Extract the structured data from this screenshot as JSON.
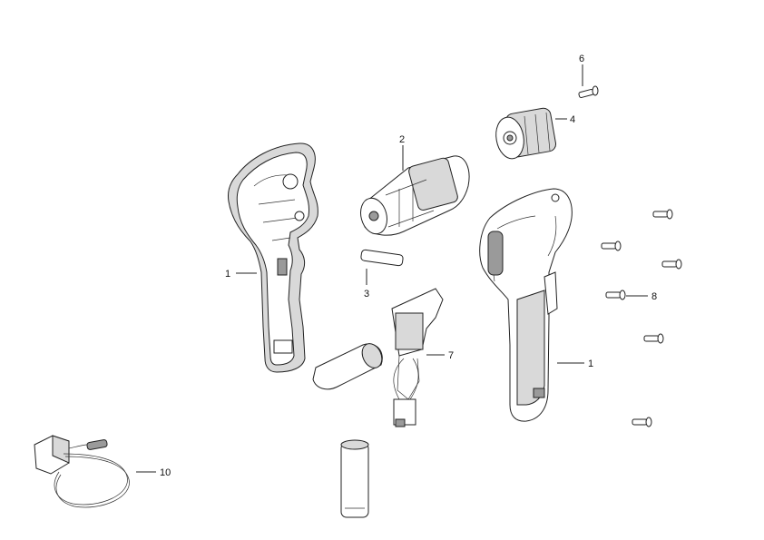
{
  "callouts": [
    {
      "id": "label-1-left",
      "text": "1"
    },
    {
      "id": "label-2",
      "text": "2"
    },
    {
      "id": "label-3",
      "text": "3"
    },
    {
      "id": "label-4",
      "text": "4"
    },
    {
      "id": "label-6",
      "text": "6"
    },
    {
      "id": "label-7",
      "text": "7"
    },
    {
      "id": "label-8",
      "text": "8"
    },
    {
      "id": "label-1-right",
      "text": "1"
    },
    {
      "id": "label-10",
      "text": "10"
    }
  ]
}
